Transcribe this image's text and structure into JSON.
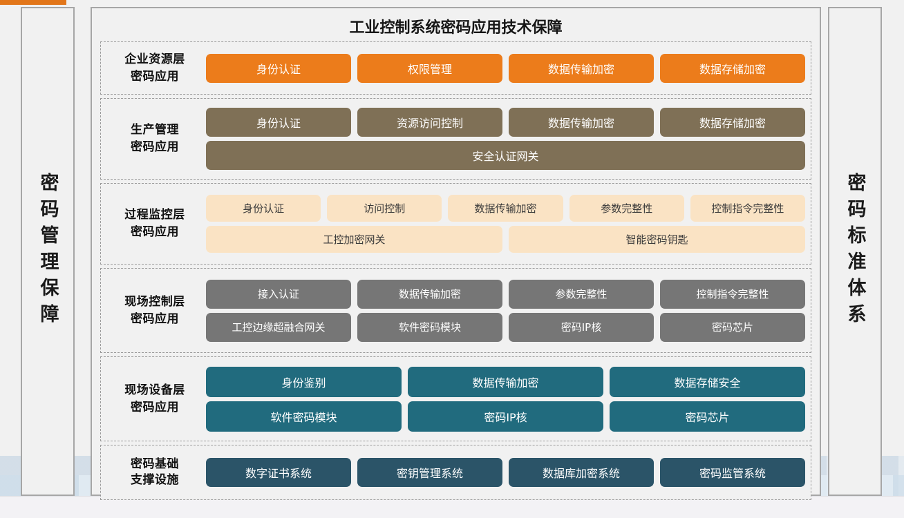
{
  "decor": {
    "top_accent_color": "#e2761a",
    "frame_border_color": "#a6a6a6",
    "background_color": "#f1f1f1"
  },
  "left_pillar": {
    "label": "密码管理保障"
  },
  "right_pillar": {
    "label": "密码标准体系"
  },
  "diagram": {
    "title": "工业控制系统密码应用技术保障",
    "layers": [
      {
        "label": "企业资源层\n密码应用",
        "label_line1": "企业资源层",
        "label_line2": "密码应用",
        "color": "#ec7c1b",
        "text_color": "#ffffff",
        "bands": [
          {
            "items": [
              "身份认证",
              "权限管理",
              "数据传输加密",
              "数据存储加密"
            ]
          }
        ]
      },
      {
        "label_line1": "生产管理",
        "label_line2": "密码应用",
        "color": "#7f7056",
        "text_color": "#ffffff",
        "bands": [
          {
            "items": [
              "身份认证",
              "资源访问控制",
              "数据传输加密",
              "数据存储加密"
            ]
          },
          {
            "items": [
              "安全认证网关"
            ]
          }
        ]
      },
      {
        "label_line1": "过程监控层",
        "label_line2": "密码应用",
        "color": "#fae3c4",
        "text_color": "#3a3a3a",
        "bands": [
          {
            "items": [
              "身份认证",
              "访问控制",
              "数据传输加密",
              "参数完整性",
              "控制指令完整性"
            ]
          },
          {
            "items": [
              "工控加密网关",
              "智能密码钥匙"
            ]
          }
        ]
      },
      {
        "label_line1": "现场控制层",
        "label_line2": "密码应用",
        "color": "#767676",
        "text_color": "#ffffff",
        "bands": [
          {
            "items": [
              "接入认证",
              "数据传输加密",
              "参数完整性",
              "控制指令完整性"
            ]
          },
          {
            "items": [
              "工控边缘超融合网关",
              "软件密码模块",
              "密码IP核",
              "密码芯片"
            ]
          }
        ]
      },
      {
        "label_line1": "现场设备层",
        "label_line2": "密码应用",
        "color": "#216b7e",
        "text_color": "#ffffff",
        "bands": [
          {
            "items": [
              "身份鉴别",
              "数据传输加密",
              "数据存储安全"
            ]
          },
          {
            "items": [
              "软件密码模块",
              "密码IP核",
              "密码芯片"
            ]
          }
        ]
      },
      {
        "label_line1": "密码基础",
        "label_line2": "支撑设施",
        "color": "#2b5468",
        "text_color": "#ffffff",
        "bands": [
          {
            "items": [
              "数字证书系统",
              "密钥管理系统",
              "数据库加密系统",
              "密码监管系统"
            ]
          }
        ]
      }
    ]
  }
}
